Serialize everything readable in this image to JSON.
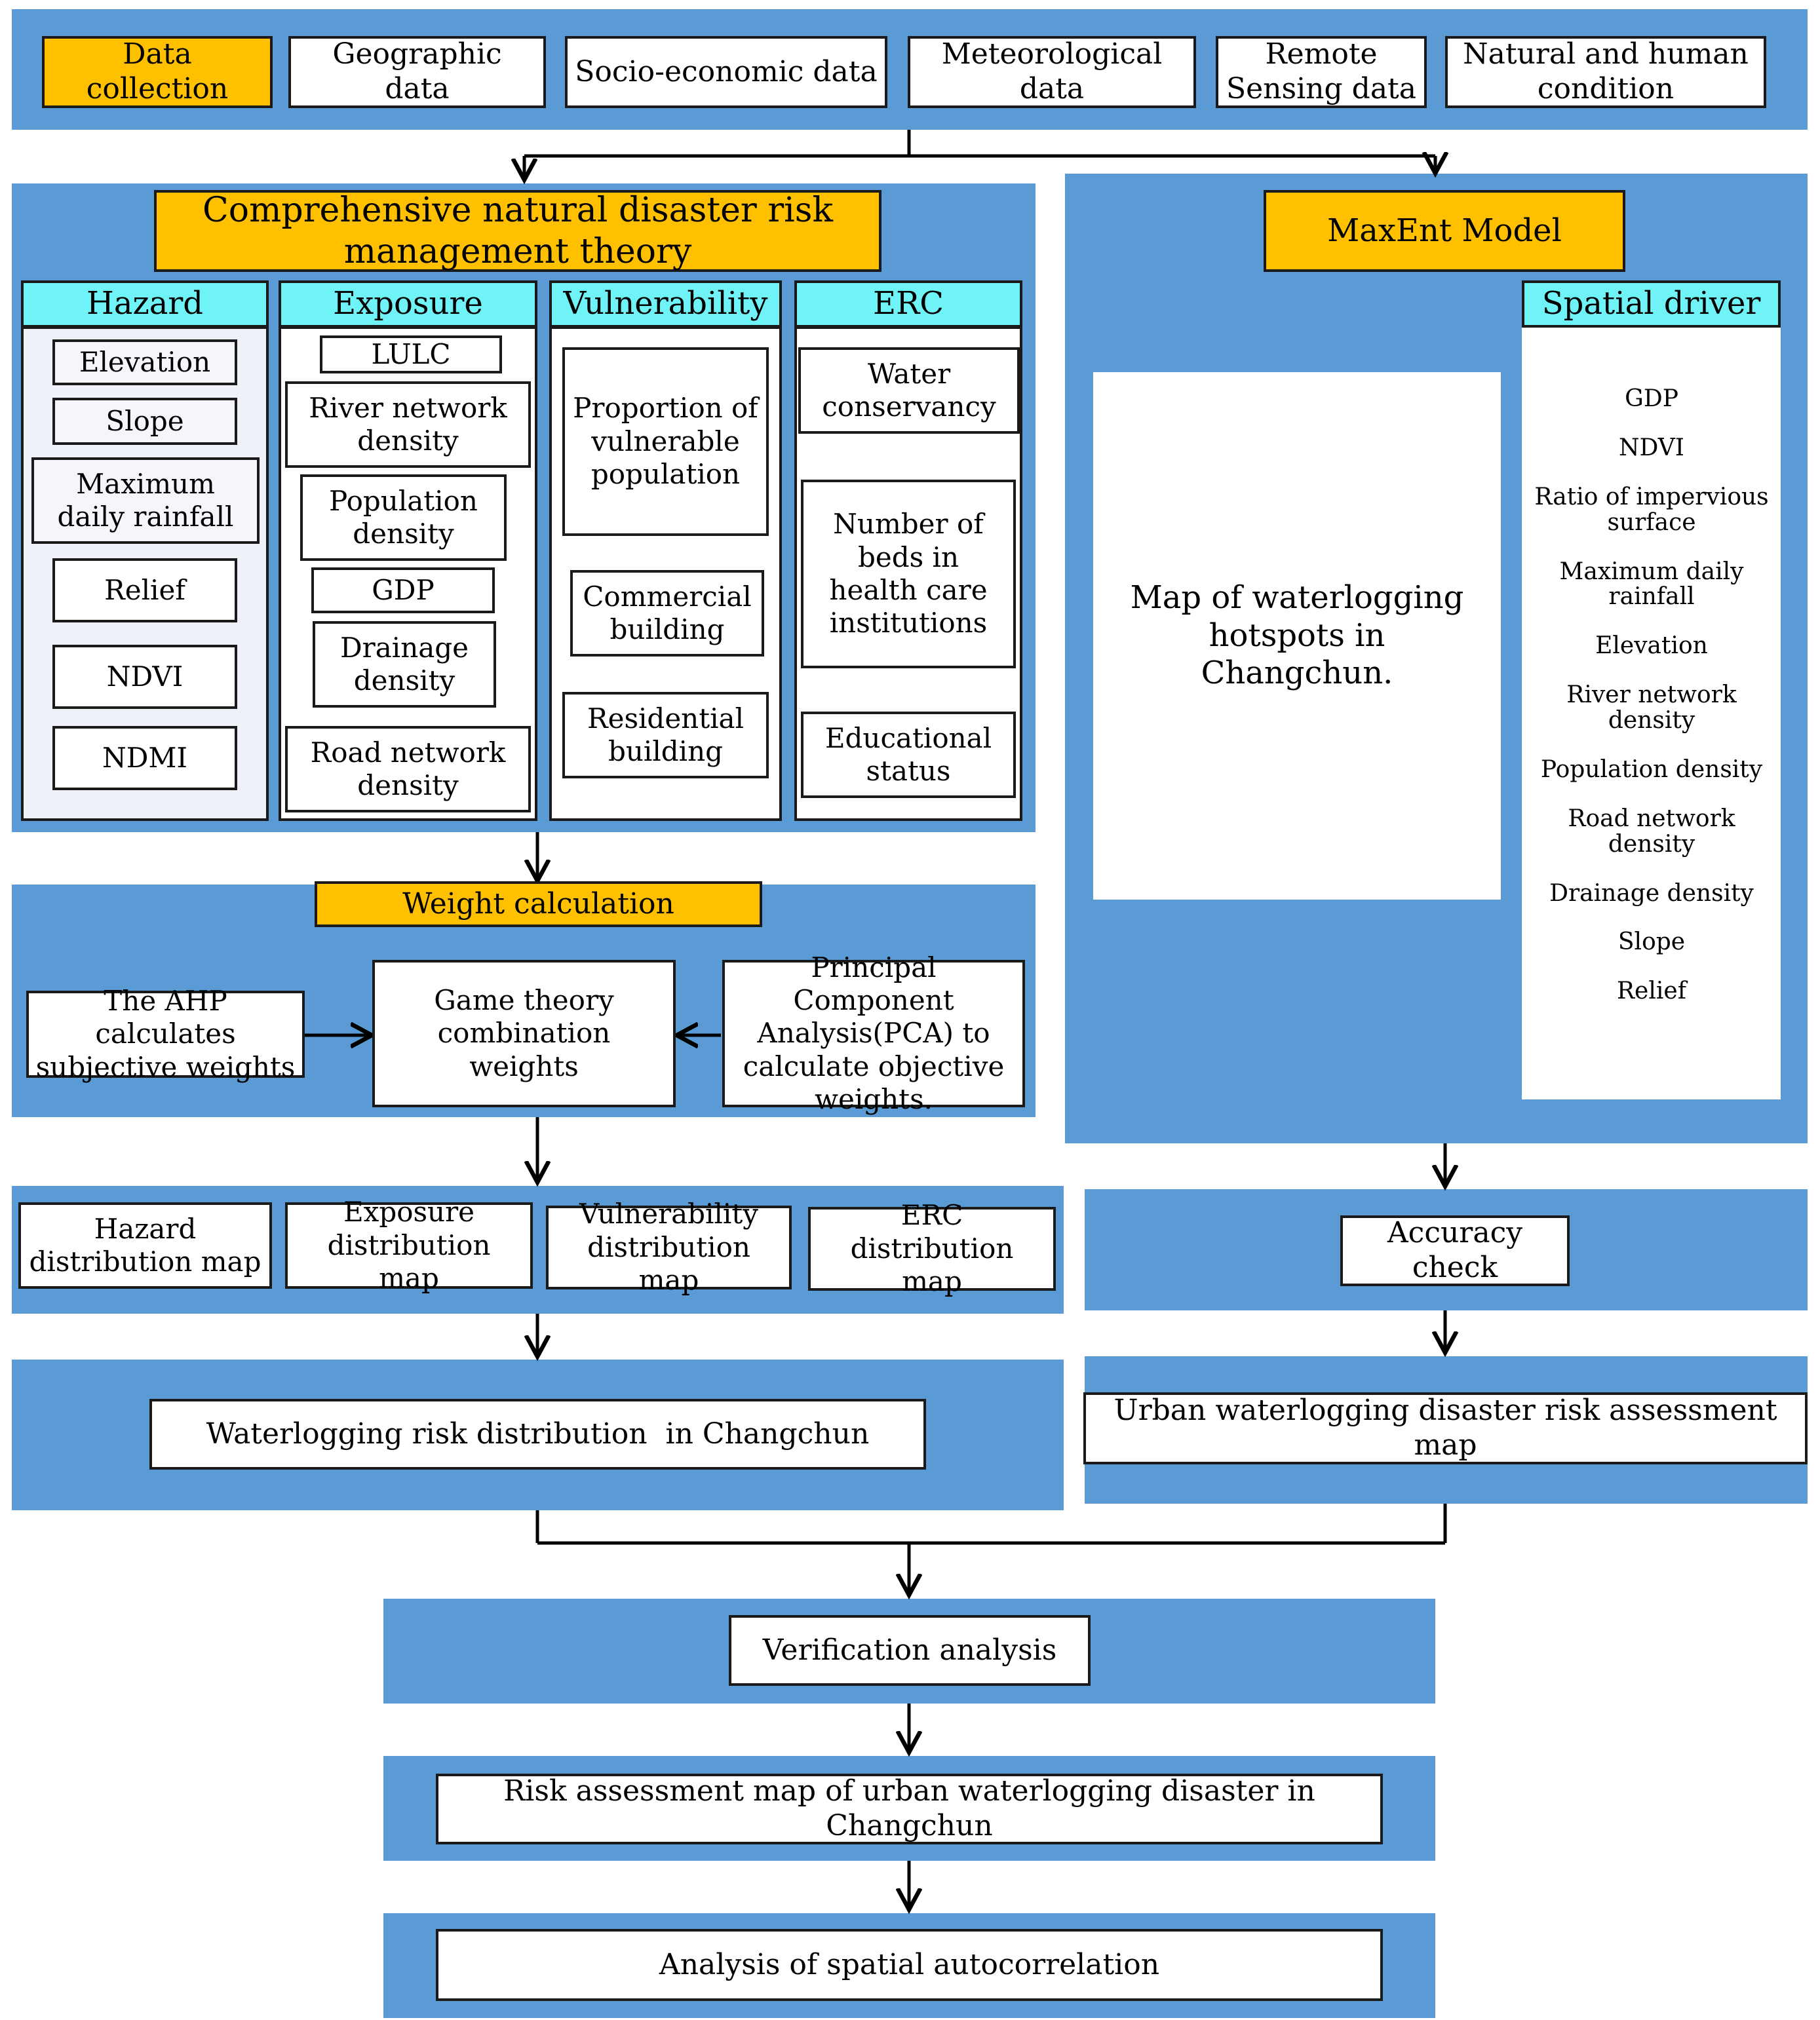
{
  "data_collection": {
    "title": "Data collection",
    "items": [
      "Geographic data",
      "Socio-economic data",
      "Meteorological data",
      "Remote Sensing data",
      "Natural and human condition"
    ]
  },
  "theory": {
    "title": "Comprehensive natural disaster risk management theory",
    "hazard": {
      "title": "Hazard",
      "items": [
        "Elevation",
        "Slope",
        "Maximum daily rainfall",
        "Relief",
        "NDVI",
        "NDMI"
      ]
    },
    "exposure": {
      "title": "Exposure",
      "items": [
        "LULC",
        "River network density",
        "Population density",
        "GDP",
        "Drainage density",
        "Road network density"
      ]
    },
    "vulnerability": {
      "title": "Vulnerability",
      "items": [
        "Proportion of vulnerable population",
        "Commercial building",
        "Residential building"
      ]
    },
    "erc": {
      "title": "ERC",
      "items": [
        "Water conservancy",
        "Number of beds in health care institutions",
        "Educational status"
      ]
    }
  },
  "weight": {
    "title": "Weight calculation",
    "ahp": "The AHP calculates subjective weights",
    "game": "Game theory combination weights",
    "pca": "Principal Component Analysis(PCA) to calculate objective weights."
  },
  "distribution_maps": [
    "Hazard distribution map",
    "Exposure distribution map",
    "Vulnerability distribution map",
    "ERC distribution map"
  ],
  "risk_distribution": "Waterlogging risk distribution  in Changchun",
  "maxent": {
    "title": "MaxEnt Model",
    "hotspots": "Map of waterlogging hotspots in Changchun.",
    "spatial_driver": {
      "title": "Spatial driver",
      "items": [
        "GDP",
        "NDVI",
        "Ratio of impervious surface",
        "Maximum daily rainfall",
        "Elevation",
        "River network density",
        "Population density",
        "Road network density",
        "Drainage density",
        "Slope",
        "Relief"
      ]
    }
  },
  "accuracy_check": "Accuracy check",
  "urban_map": "Urban waterlogging disaster risk assessment map",
  "verification": "Verification analysis",
  "risk_map": "Risk assessment map of urban waterlogging disaster in Changchun",
  "autocorrelation": "Analysis of spatial autocorrelation",
  "colors": {
    "panel": "#5b9bd5",
    "title_fill": "#ffc000",
    "header_fill": "#6ff3f7",
    "border": "#1a1a1a"
  }
}
